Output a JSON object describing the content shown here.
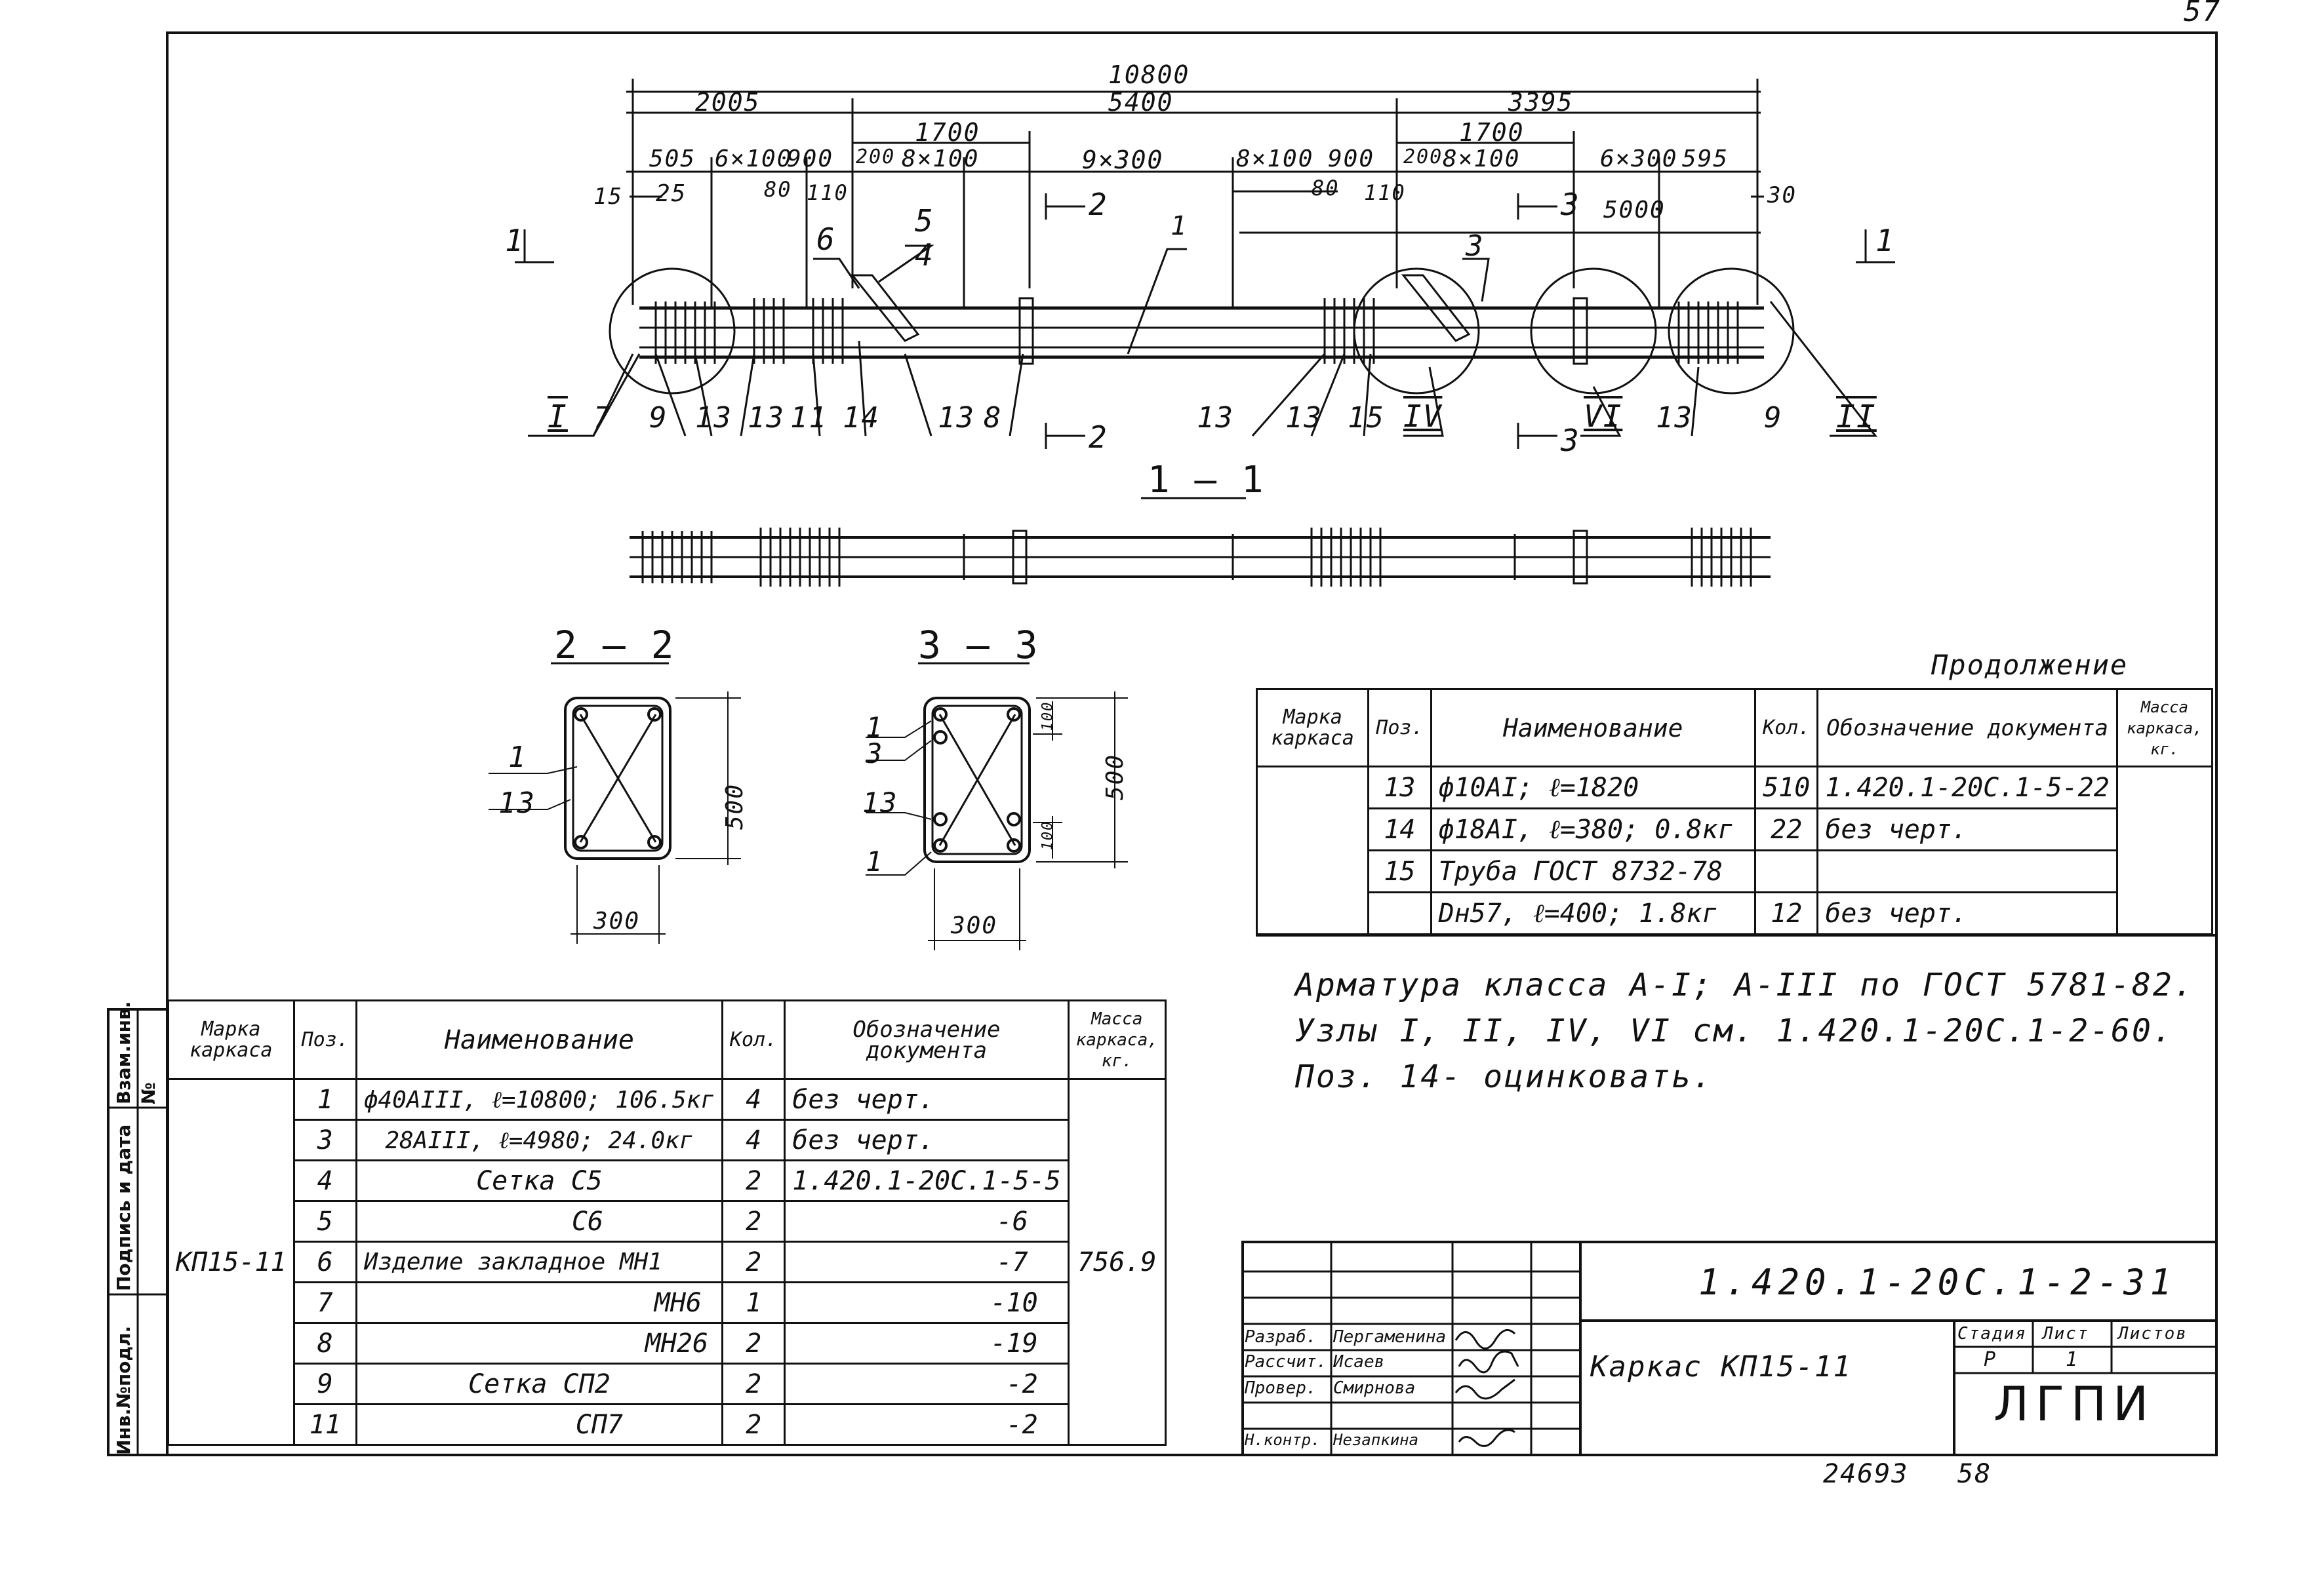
{
  "sheet": {
    "corner_number": "57",
    "bottom_numbers": [
      "24693",
      "58"
    ],
    "side_labels": [
      "Инв.№подл.",
      "Подпись и дата",
      "Взам.инв.№"
    ]
  },
  "drawing": {
    "dims_top": [
      "10800",
      "2005",
      "5400",
      "3395"
    ],
    "dims_row2": [
      "1700",
      "1700"
    ],
    "dims_row3": [
      "505",
      "6×100",
      "900",
      "200",
      "8×100",
      "9×300",
      "8×100",
      "900",
      "200",
      "8×100",
      "6×300",
      "595"
    ],
    "dims_row4": [
      "15",
      "25",
      "80",
      "110",
      "80",
      "110",
      "30",
      "5000"
    ],
    "section_marks": [
      "1",
      "1",
      "2",
      "2",
      "3",
      "3"
    ],
    "positions_top": [
      "6",
      "5",
      "4",
      "1",
      "3"
    ],
    "positions_bottom": [
      "I",
      "7",
      "9",
      "13",
      "13",
      "11",
      "14",
      "13",
      "8",
      "13",
      "13",
      "15",
      "IV",
      "VI",
      "13",
      "9",
      "II"
    ],
    "section_1_1": "1 — 1",
    "section_2_2": "2 — 2",
    "section_3_3": "3 — 3",
    "sec22_labels": [
      "1",
      "13"
    ],
    "sec22_dims": [
      "500",
      "300"
    ],
    "sec33_labels": [
      "1",
      "3",
      "13",
      "1"
    ],
    "sec33_dims": [
      "500",
      "300",
      "100",
      "100"
    ]
  },
  "continuation": {
    "title": "Продолжение",
    "headers": [
      "Марка каркаса",
      "Поз.",
      "Наименование",
      "Кол.",
      "Обозначение документа",
      "Масса каркаса, кг."
    ],
    "rows": [
      {
        "pos": "13",
        "name": "ф10АI; ℓ=1820",
        "qty": "510",
        "doc": "1.420.1-20С.1-5-22"
      },
      {
        "pos": "14",
        "name": "ф18АI, ℓ=380; 0.8кг",
        "qty": "22",
        "doc": "без черт."
      },
      {
        "pos": "15",
        "name": "Труба ГОСТ 8732-78",
        "qty": "",
        "doc": ""
      },
      {
        "pos": "",
        "name": "Dн57, ℓ=400; 1.8кг",
        "qty": "12",
        "doc": "без черт."
      }
    ]
  },
  "notes": [
    "Арматура класса А-I; А-III по ГОСТ 5781-82.",
    "Узлы I, II, IV, VI см. 1.420.1-20С.1-2-60.",
    "Поз. 14- оцинковать."
  ],
  "main_spec": {
    "headers": [
      "Марка каркаса",
      "Поз.",
      "Наименование",
      "Кол.",
      "Обозначение документа",
      "Масса каркаса, кг."
    ],
    "mark": "КП15-11",
    "mass": "756.9",
    "rows": [
      {
        "pos": "1",
        "name": "ф40АIII, ℓ=10800; 106.5кг",
        "qty": "4",
        "doc": "без черт."
      },
      {
        "pos": "3",
        "name": "28АIII, ℓ=4980; 24.0кг",
        "qty": "4",
        "doc": "без черт."
      },
      {
        "pos": "4",
        "name": "Сетка С5",
        "qty": "2",
        "doc": "1.420.1-20С.1-5-5"
      },
      {
        "pos": "5",
        "name": "С6",
        "qty": "2",
        "doc": "-6"
      },
      {
        "pos": "6",
        "name": "Изделие закладное МН1",
        "qty": "2",
        "doc": "-7"
      },
      {
        "pos": "7",
        "name": "МН6",
        "qty": "1",
        "doc": "-10"
      },
      {
        "pos": "8",
        "name": "МН26",
        "qty": "2",
        "doc": "-19"
      },
      {
        "pos": "9",
        "name": "Сетка СП2",
        "qty": "2",
        "doc": "-2"
      },
      {
        "pos": "11",
        "name": "СП7",
        "qty": "2",
        "doc": "-2"
      }
    ]
  },
  "title_block": {
    "code": "1.420.1-20С.1-2-31",
    "name": "Каркас КП15-11",
    "org": "ЛГПИ",
    "stage_headers": [
      "Стадия",
      "Лист",
      "Листов"
    ],
    "stage_values": [
      "Р",
      "1",
      ""
    ],
    "staff": [
      {
        "role": "Разраб.",
        "name": "Пергаменина"
      },
      {
        "role": "Рассчит.",
        "name": "Исаев"
      },
      {
        "role": "Провер.",
        "name": "Смирнова"
      },
      {
        "role": "Н.контр.",
        "name": "Незапкина"
      }
    ]
  }
}
